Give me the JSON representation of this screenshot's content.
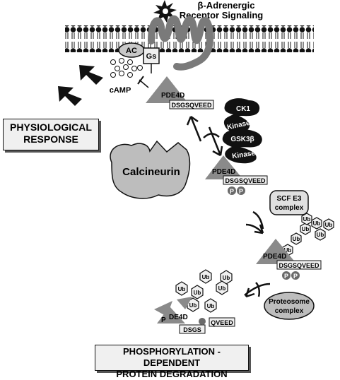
{
  "title": {
    "line1": "β-Adrenergic",
    "line2": "Receptor Signaling"
  },
  "membrane": {
    "ac_label": "AC",
    "gs_label": "Gs"
  },
  "camp_label": "cAMP",
  "pde4d_label": "PDE4D",
  "motif_label": "DSGSQVEED",
  "phospho_label": "P",
  "ub_label": "Ub",
  "kinases": [
    {
      "line1": "CK1",
      "line2": "Kinase"
    },
    {
      "line1": "GSK3β",
      "line2": "Kinase"
    }
  ],
  "calcineurin_label": "Calcineurin",
  "scf_label": {
    "line1": "SCF E3",
    "line2": "complex"
  },
  "proteosome_label": {
    "line1": "Proteosome",
    "line2": "complex"
  },
  "physiological_response": {
    "line1": "PHYSIOLOGICAL",
    "line2": "RESPONSE"
  },
  "degradation": {
    "line1": "PHOSPHORYLATION - DEPENDENT",
    "line2": "PROTEIN DEGRADATION"
  },
  "fragments": {
    "p_frag": "P",
    "de4d": "DE4D",
    "dsgs": "DSGS",
    "qveed": "QVEED"
  }
}
